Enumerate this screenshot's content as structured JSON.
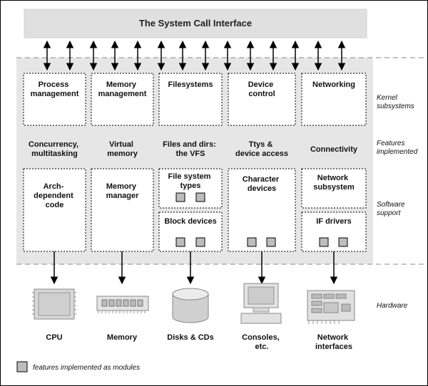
{
  "title": "The System Call Interface",
  "subsystems": [
    {
      "lines": [
        "Process",
        "management"
      ]
    },
    {
      "lines": [
        "Memory",
        "management"
      ]
    },
    {
      "lines": [
        "Filesystems"
      ]
    },
    {
      "lines": [
        "Device",
        "control"
      ]
    },
    {
      "lines": [
        "Networking"
      ]
    }
  ],
  "features": [
    {
      "lines": [
        "Concurrency,",
        "multitasking"
      ]
    },
    {
      "lines": [
        "Virtual",
        "memory"
      ]
    },
    {
      "lines": [
        "Files and dirs:",
        "the VFS"
      ]
    },
    {
      "lines": [
        "Ttys &",
        "device access"
      ]
    },
    {
      "lines": [
        "Connectivity"
      ]
    }
  ],
  "support": {
    "arch_code": [
      "Arch-",
      "dependent",
      "code"
    ],
    "memory_manager": [
      "Memory",
      "manager"
    ],
    "fs_types": [
      "File system",
      "types"
    ],
    "block_devices": [
      "Block devices"
    ],
    "char_devices": [
      "Character",
      "devices"
    ],
    "net_subsystem": [
      "Network",
      "subsystem"
    ],
    "if_drivers": [
      "IF drivers"
    ]
  },
  "right_labels": {
    "kernel": [
      "Kernel",
      "subsystems"
    ],
    "features": [
      "Features",
      "implemented"
    ],
    "software": [
      "Software",
      "support"
    ],
    "hardware": [
      "Hardware"
    ]
  },
  "hardware": [
    {
      "lines": [
        "CPU"
      ],
      "icon": "cpu-icon"
    },
    {
      "lines": [
        "Memory"
      ],
      "icon": "memory-chip-icon"
    },
    {
      "lines": [
        "Disks & CDs"
      ],
      "icon": "disk-icon"
    },
    {
      "lines": [
        "Consoles,",
        "etc."
      ],
      "icon": "console-icon"
    },
    {
      "lines": [
        "Network",
        "interfaces"
      ],
      "icon": "network-card-icon"
    }
  ],
  "legend": "features implemented as modules",
  "colors": {
    "kernel_bg": "#e6e6e6",
    "module_square": "#bdbdbd",
    "title_bar": "#e0e0e0"
  }
}
